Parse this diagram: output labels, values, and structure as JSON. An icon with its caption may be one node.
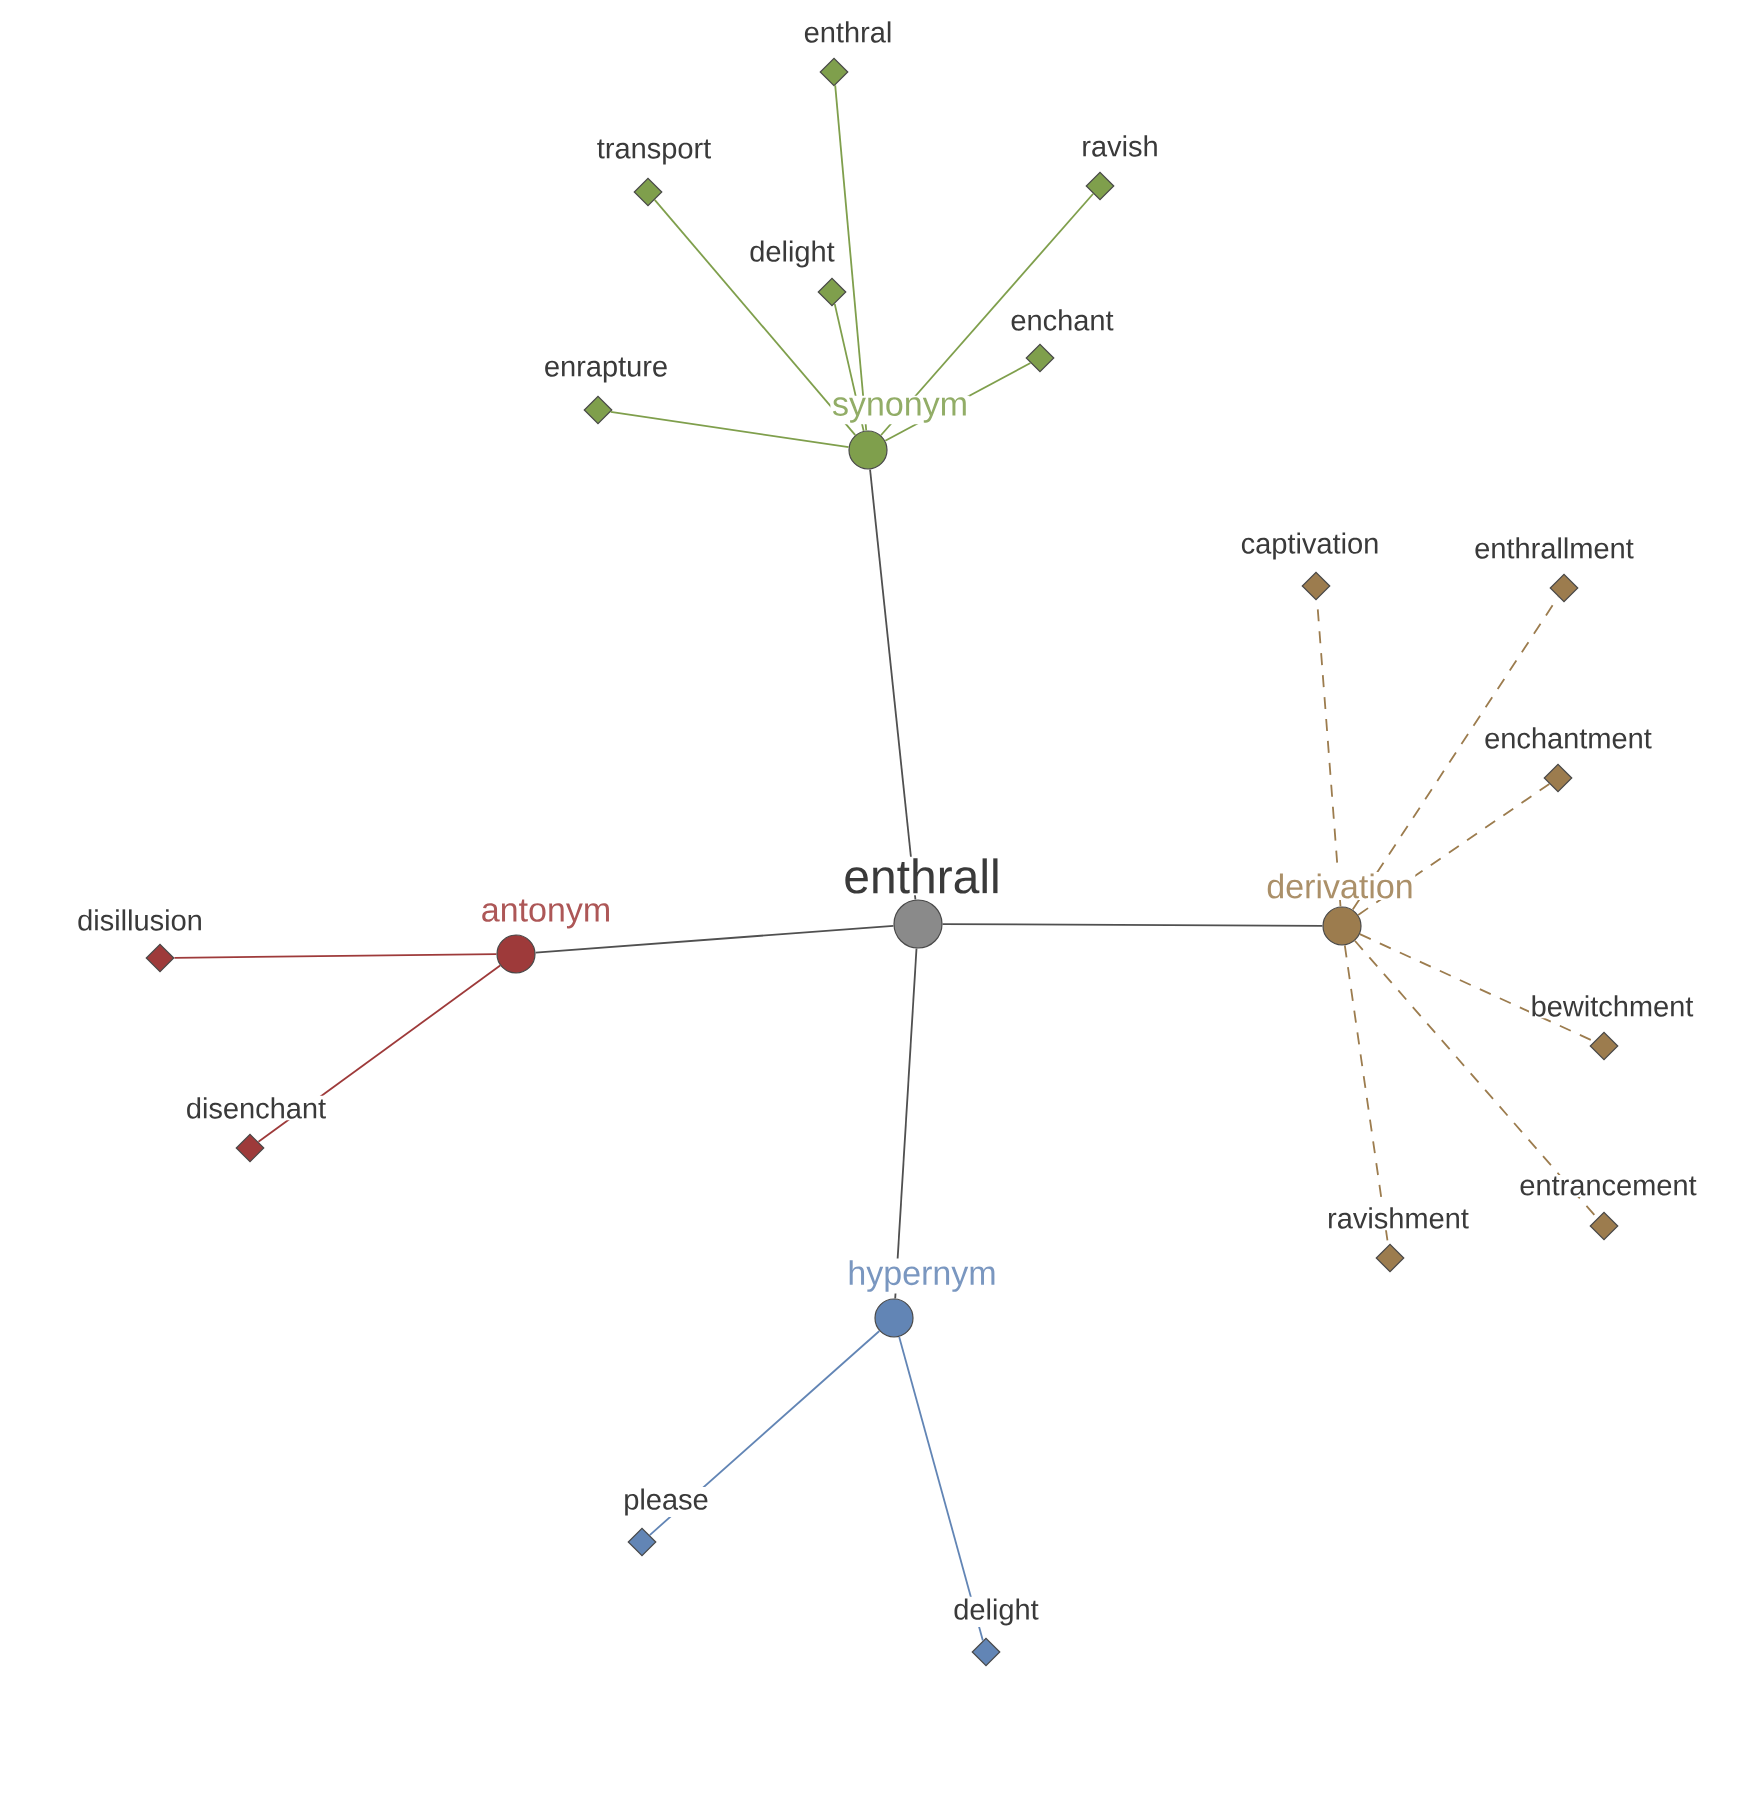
{
  "diagram": {
    "nodes": [
      {
        "text": [
          "enthral"
        ]
      },
      {
        "text": [
          "transport"
        ]
      },
      {
        "text": [
          "ravish"
        ]
      },
      {
        "text": [
          "delight"
        ]
      },
      {
        "text": [
          "enchant"
        ]
      },
      {
        "text": [
          "enrapture"
        ]
      },
      {
        "text": [
          "synonym"
        ]
      },
      {
        "text": [
          "captivation"
        ]
      },
      {
        "text": [
          "enthrallment"
        ]
      },
      {
        "text": [
          "enchantment"
        ]
      },
      {
        "text": [
          "disillusion"
        ]
      },
      {
        "text": [
          "antonym"
        ]
      },
      {
        "text": [
          "enthrall"
        ]
      },
      {
        "text": [
          "derivation"
        ]
      },
      {
        "text": [
          "bewitchment"
        ]
      },
      {
        "text": [
          "disenchant"
        ]
      },
      {
        "text": [
          "entrancement"
        ]
      },
      {
        "text": [
          "ravishment"
        ]
      },
      {
        "text": [
          "hypernym"
        ]
      },
      {
        "text": [
          "please"
        ]
      },
      {
        "text": [
          "delight"
        ]
      }
    ],
    "edges": [
      {
        "from": 12,
        "to": 6,
        "arrow": "none"
      },
      {
        "from": 12,
        "to": 13,
        "arrow": "none"
      },
      {
        "from": 12,
        "to": 11,
        "arrow": "none"
      },
      {
        "from": 12,
        "to": 18,
        "arrow": "none"
      },
      {
        "from": 6,
        "to": 0,
        "arrow": "none",
        "color": "#7f9f4c"
      },
      {
        "from": 6,
        "to": 1,
        "arrow": "none",
        "color": "#7f9f4c"
      },
      {
        "from": 6,
        "to": 2,
        "arrow": "none",
        "color": "#7f9f4c"
      },
      {
        "from": 6,
        "to": 3,
        "arrow": "none",
        "color": "#7f9f4c"
      },
      {
        "from": 6,
        "to": 4,
        "arrow": "none",
        "color": "#7f9f4c"
      },
      {
        "from": 6,
        "to": 5,
        "arrow": "none",
        "color": "#7f9f4c"
      },
      {
        "from": 13,
        "to": 7,
        "arrow": "none",
        "style": "dashed",
        "color": "#9c7c4e"
      },
      {
        "from": 13,
        "to": 8,
        "arrow": "none",
        "style": "dashed",
        "color": "#9c7c4e"
      },
      {
        "from": 13,
        "to": 9,
        "arrow": "none",
        "style": "dashed",
        "color": "#9c7c4e"
      },
      {
        "from": 13,
        "to": 14,
        "arrow": "none",
        "style": "dashed",
        "color": "#9c7c4e"
      },
      {
        "from": 13,
        "to": 16,
        "arrow": "none",
        "style": "dashed",
        "color": "#9c7c4e"
      },
      {
        "from": 13,
        "to": 17,
        "arrow": "none",
        "style": "dashed",
        "color": "#9c7c4e"
      },
      {
        "from": 11,
        "to": 10,
        "arrow": "none",
        "color": "#9e3a3a"
      },
      {
        "from": 11,
        "to": 15,
        "arrow": "none",
        "color": "#9e3a3a"
      },
      {
        "from": 18,
        "to": 19,
        "arrow": "none",
        "color": "#6285b5"
      },
      {
        "from": 18,
        "to": 20,
        "arrow": "none",
        "color": "#6285b5"
      }
    ]
  }
}
